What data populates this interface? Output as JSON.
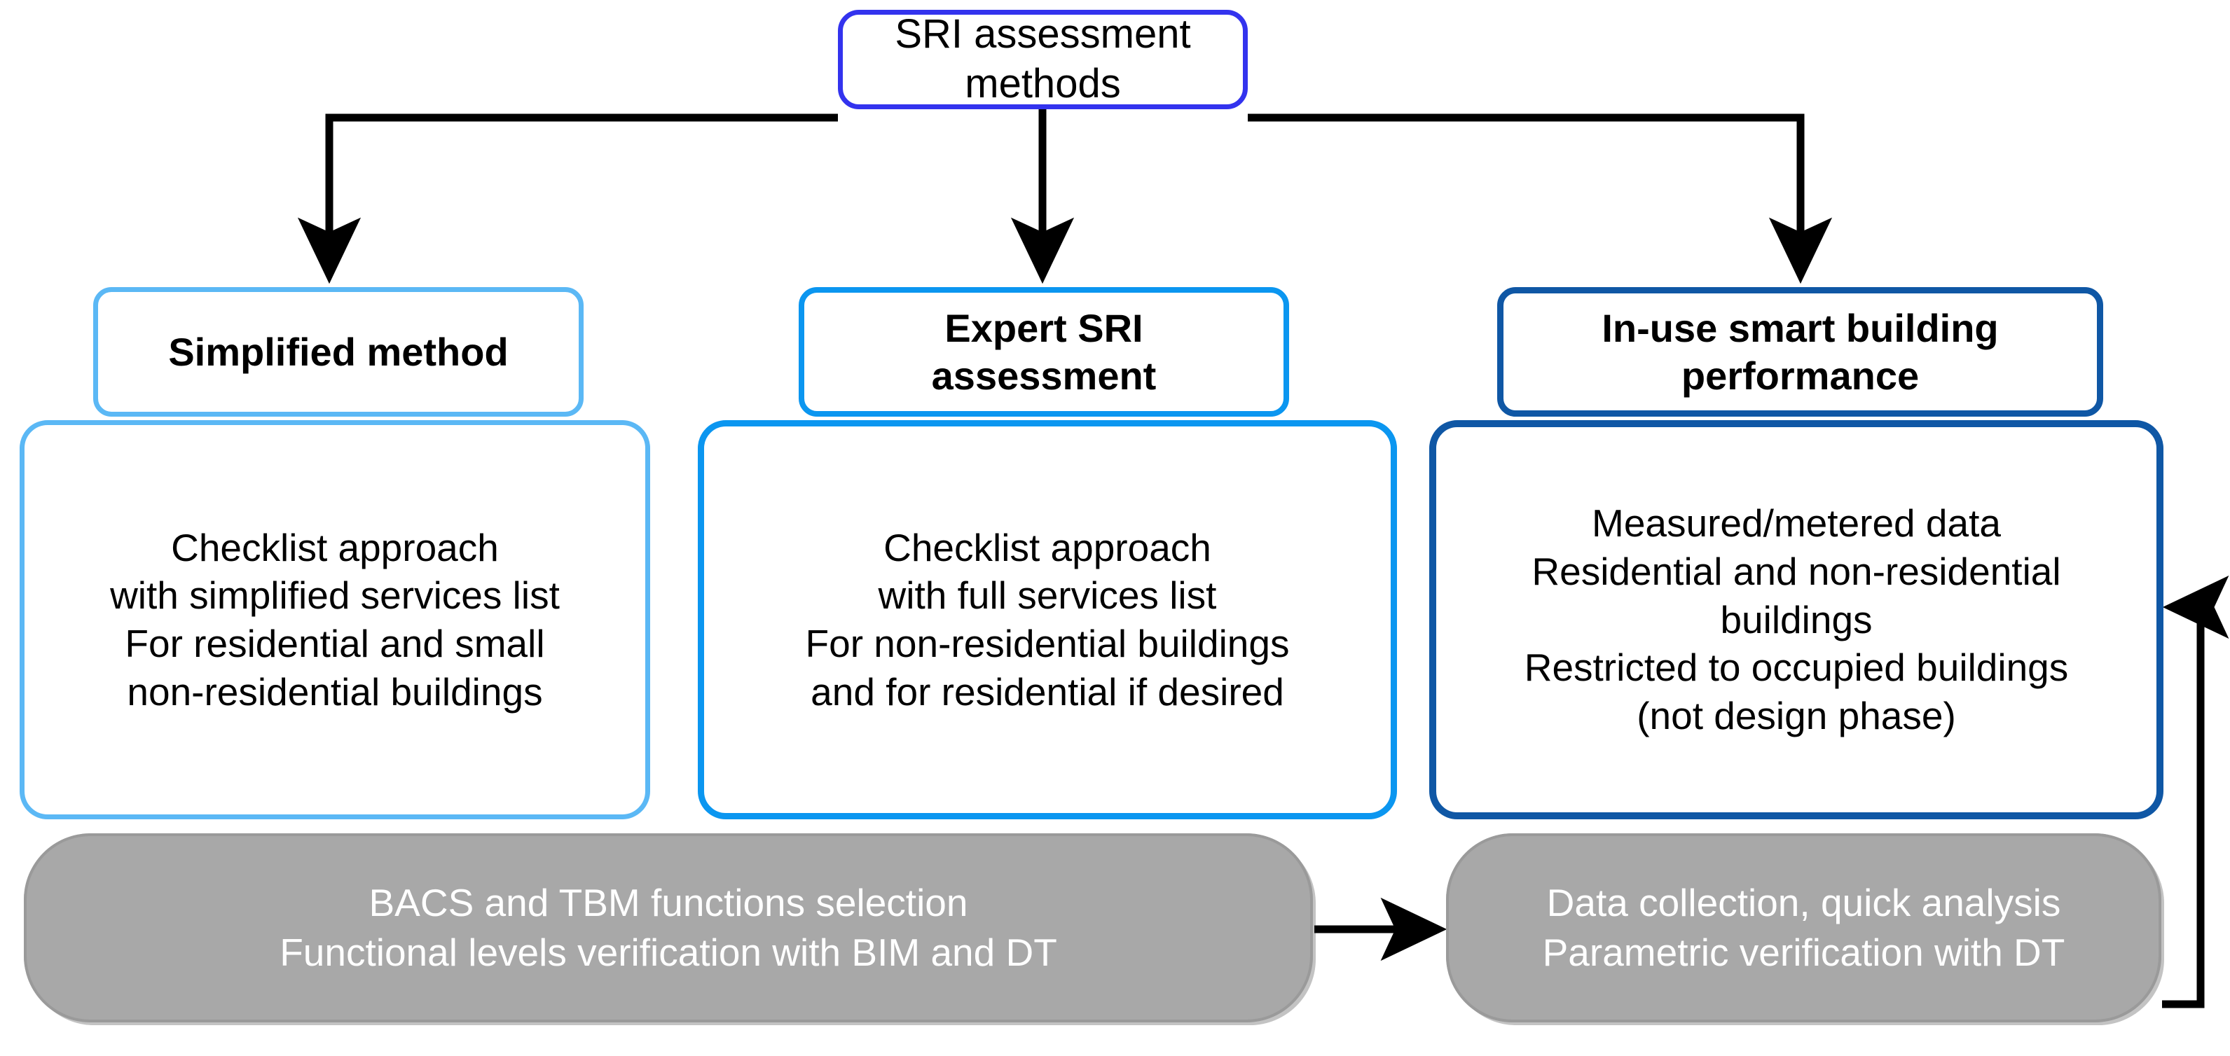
{
  "diagram": {
    "title": "SRI assessment methods",
    "type": "flowchart",
    "colors": {
      "root_border": "#3333ee",
      "branch_1_border": "#5bb8f5",
      "branch_2_border": "#0b96f0",
      "branch_3_border": "#0f57a5",
      "pill_fill": "#a8a8a8",
      "pill_text": "#ffffff",
      "connector": "#000000",
      "background": "#ffffff"
    },
    "root": {
      "label": "SRI assessment\nmethods"
    },
    "branches": [
      {
        "header": "Simplified method",
        "body": "Checklist approach\nwith simplified services list\nFor residential and small\nnon-residential buildings"
      },
      {
        "header": "Expert SRI\nassessment",
        "body": "Checklist approach\nwith full services list\nFor non-residential buildings\nand for residential if desired"
      },
      {
        "header": "In-use smart building\nperformance",
        "body": "Measured/metered data\nResidential and non-residential\nbuildings\nRestricted to occupied buildings\n(not design phase)"
      }
    ],
    "process_bars": [
      {
        "label": "BACS and TBM functions selection\nFunctional levels verification with BIM and DT"
      },
      {
        "label": "Data collection, quick analysis\nParametric verification with DT"
      }
    ],
    "connectors": [
      {
        "name": "root-to-simplified",
        "style": "elbow-arrow"
      },
      {
        "name": "root-to-expert",
        "style": "straight-arrow"
      },
      {
        "name": "root-to-in-use",
        "style": "elbow-arrow"
      },
      {
        "name": "bacs-to-data-collection",
        "style": "straight-arrow"
      },
      {
        "name": "data-collection-feedback-to-in-use",
        "style": "elbow-arrow"
      }
    ]
  }
}
